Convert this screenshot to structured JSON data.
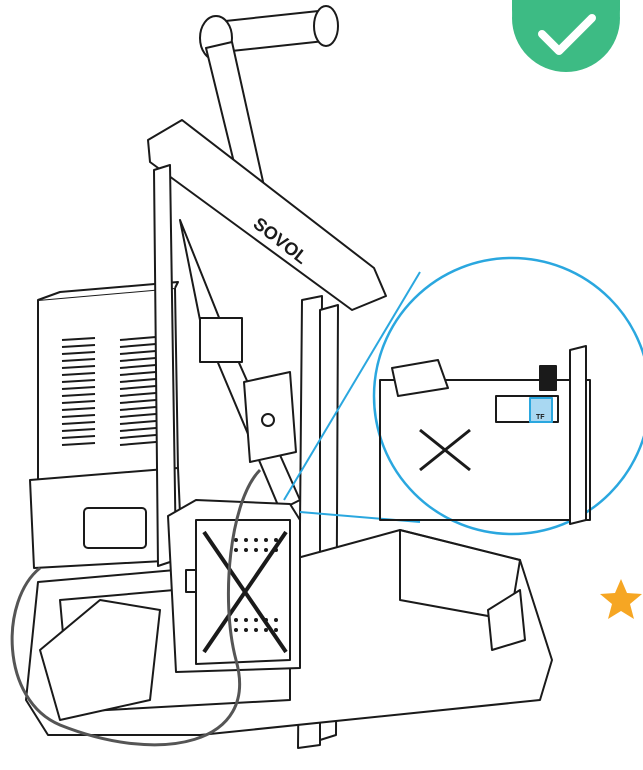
{
  "brand": {
    "logo_text": "SOVOL"
  },
  "callout": {
    "port_label": "TF"
  },
  "status": {
    "state": "success",
    "badge_color": "#3dbb84"
  },
  "rating": {
    "star_color": "#f6a623"
  },
  "accents": {
    "line": "#1a1a1a",
    "lens": "#2aa7df",
    "cable": "#555555"
  },
  "icons": [
    "checkmark-icon",
    "star-icon",
    "zoom-lens-icon"
  ]
}
